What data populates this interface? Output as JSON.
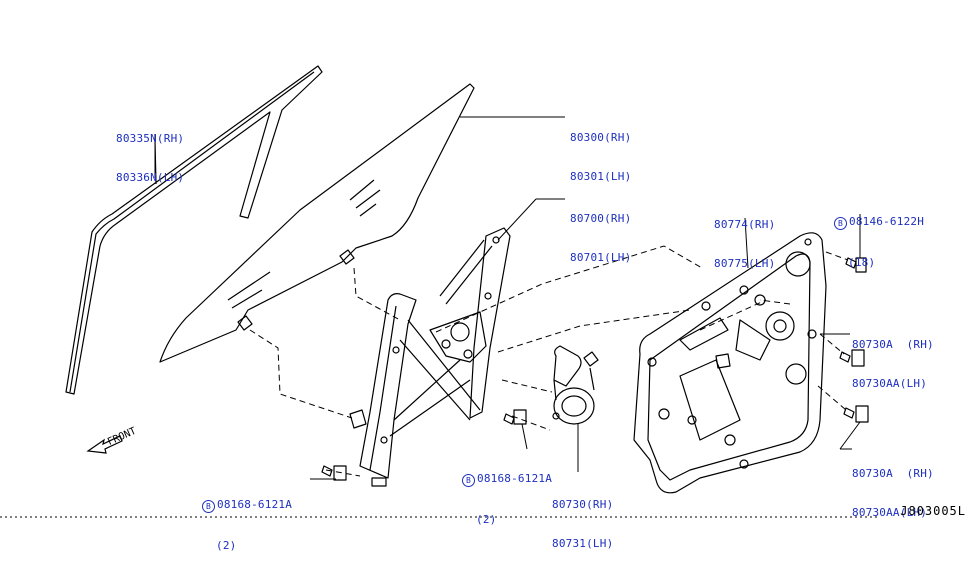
{
  "labels": {
    "p80335": {
      "line1": "80335N(RH)",
      "line2": "80336N(LH)"
    },
    "p80300": {
      "line1": "80300(RH)",
      "line2": "80301(LH)"
    },
    "p80700": {
      "line1": "80700(RH)",
      "line2": "80701(LH)"
    },
    "p80774": {
      "line1": "80774(RH)",
      "line2": "80775(LH)"
    },
    "p08146": {
      "line1": "08146-6122H",
      "line2": "(18)",
      "circle": "B"
    },
    "p80730a_top": {
      "line1": "80730A  (RH)",
      "line2": "80730AA(LH)"
    },
    "p80730a_bot": {
      "line1": "80730A  (RH)",
      "line2": "80730AA(LH)"
    },
    "p08168_mid": {
      "line1": "08168-6121A",
      "line2": "(2)",
      "circle": "B"
    },
    "p08168_left": {
      "line1": "08168-6121A",
      "line2": "(2)",
      "circle": "B"
    },
    "p80730": {
      "line1": "80730(RH)",
      "line2": "80731(LH)"
    }
  },
  "direction": "FRONT",
  "reference_code": "J803005L",
  "colors": {
    "label": "#1d2fbf",
    "line": "#000000"
  }
}
